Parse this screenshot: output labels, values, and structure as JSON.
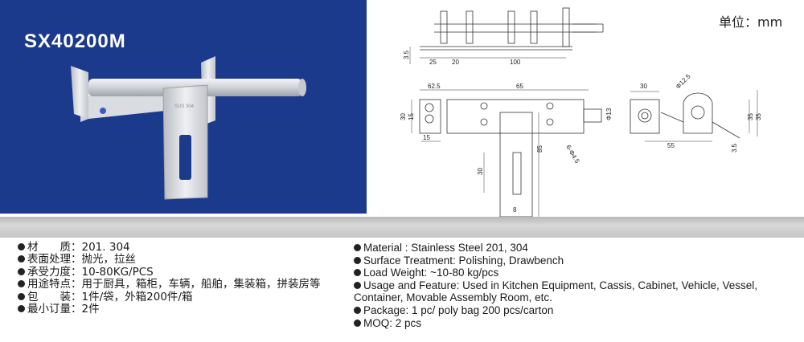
{
  "product": {
    "model": "SX40200M"
  },
  "photo": {
    "bg_color": "#1c3a8c",
    "engraving": "SUS 304"
  },
  "drawing": {
    "unit_label": "单位：mm",
    "dims": {
      "d3_5": "3.5",
      "d25": "25",
      "d20": "20",
      "d100": "100",
      "d62_5": "62.5",
      "d65": "65",
      "d30": "30",
      "d15": "15",
      "d15b": "15",
      "d13": "Φ13",
      "d85": "85",
      "hole": "6-Φ4.5",
      "d30b": "30",
      "d30c": "30",
      "d12_5": "Φ12.5",
      "d55": "55",
      "d3_5b": "3.5",
      "d35": "35",
      "d35b": "35",
      "d8": "8"
    }
  },
  "specs_cn": [
    {
      "key": "材　　质",
      "value": "201. 304"
    },
    {
      "key": "表面处理",
      "value": "抛光，拉丝"
    },
    {
      "key": "承受力度",
      "value": "10-80KG/PCS"
    },
    {
      "key": "用途特点",
      "value": "用于厨具，箱柜，车辆，船舶，集装箱，拼装房等"
    },
    {
      "key": "包　　装",
      "value": "1件/袋，外箱200件/箱"
    },
    {
      "key": "最小订量",
      "value": "2件"
    }
  ],
  "specs_en": [
    "Material : Stainless Steel 201, 304",
    "Surface Treatment: Polishing, Drawbench",
    "Load Weight: ~10-80 kg/pcs",
    "Usage and Feature: Used in Kitchen Equipment, Cassis, Cabinet, Vehicle, Vessel, Container, Movable Assembly Room, etc.",
    "Package: 1 pc/ poly bag  200 pcs/carton",
    "MOQ: 2 pcs"
  ]
}
